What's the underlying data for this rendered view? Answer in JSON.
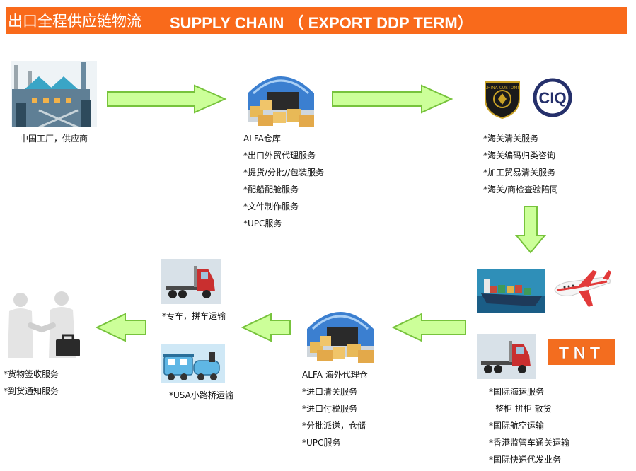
{
  "header": {
    "title_cn": "出口全程供应链物流",
    "title_en": "SUPPLY CHAIN （ EXPORT DDP TERM）"
  },
  "factory": {
    "label": "中国工厂，供应商"
  },
  "warehouse_export": {
    "title": "ALFA仓库",
    "items": [
      "*出口外贸代理服务",
      "*提货/分批//包装服务",
      "*配船配舱服务",
      "*文件制作服务",
      "*UPC服务"
    ]
  },
  "customs": {
    "badge_text": "CHINA CUSTOMS",
    "ciq_text": "CIQ",
    "items": [
      "*海关清关服务",
      "*海关编码归类咨询",
      "*加工贸易清关服务",
      "*海关/商检查验陪同"
    ]
  },
  "transport": {
    "tnt_text": "TNT",
    "items": [
      "*国际海运服务",
      "整柜 拼柜 散货",
      "*国际航空运输",
      "*香港监管车通关运输",
      "*国际快递代发业务"
    ]
  },
  "warehouse_overseas": {
    "title": "ALFA 海外代理仓",
    "items": [
      "*进口清关服务",
      "*进口付税服务",
      "*分批派送，仓储",
      "*UPC服务"
    ]
  },
  "truck_service": {
    "label": "*专车，拼车运输"
  },
  "train_service": {
    "label": "*USA小路桥运输"
  },
  "customer": {
    "items": [
      "*货物签收服务",
      "*到货通知服务"
    ]
  },
  "colors": {
    "header_bg": "#f96a1b",
    "arrow_fill": "#ccff99",
    "arrow_stroke": "#77c33c",
    "tnt_orange": "#f36d1f"
  }
}
